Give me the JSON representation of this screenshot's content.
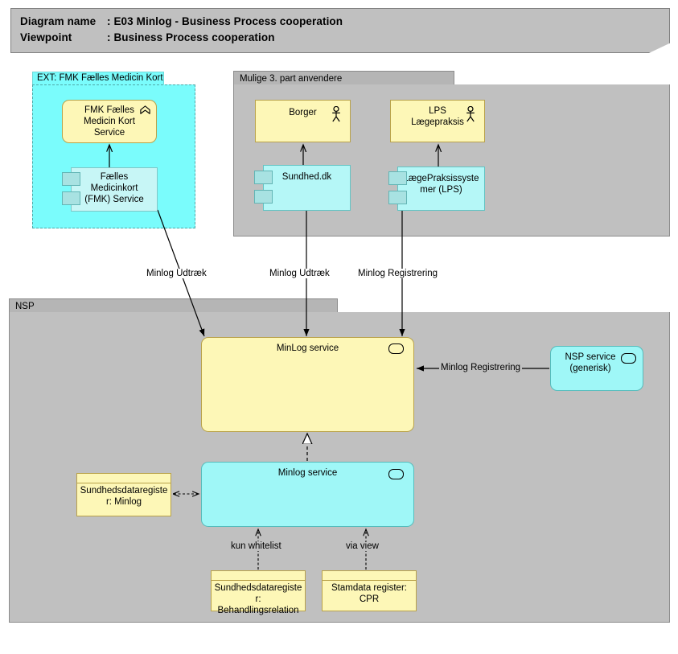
{
  "header": {
    "line1_key": "Diagram name",
    "line1_val": ": E03 Minlog - Business Process cooperation",
    "line2_key": "Viewpoint",
    "line2_val": ": Business Process cooperation"
  },
  "groups": {
    "ext": {
      "label": "EXT: FMK Fælles Medicin Kort"
    },
    "third_party": {
      "label": "Mulige 3. part anvendere"
    },
    "nsp": {
      "label": "NSP"
    }
  },
  "elements": {
    "fmk_service": {
      "label": "FMK Fælles\nMedicin Kort\nService"
    },
    "fmk_component": {
      "label": "Fælles\nMedicinkort\n(FMK) Service"
    },
    "borger": {
      "label": "Borger"
    },
    "lps_laegepraksis": {
      "label": "LPS\nLægepraksis"
    },
    "sundhed_dk": {
      "label": "Sundhed.dk"
    },
    "lps_systemer": {
      "label": "LægePraksissyste\nmer (LPS)"
    },
    "minlog_service_app": {
      "label": "MinLog service"
    },
    "nsp_service": {
      "label": "NSP service\n(generisk)"
    },
    "minlog_service_tech": {
      "label": "Minlog service"
    },
    "sundhedsdataregister_minlog": {
      "label": "Sundhedsdataregiste\nr: Minlog"
    },
    "sundhedsdataregister_behandlingsrelation": {
      "label": "Sundhedsdataregiste\nr:\nBehandlingsrelation"
    },
    "stamdata_register_cpr": {
      "label": "Stamdata register:\nCPR"
    }
  },
  "edges": {
    "minlog_udtraek_fmk": "Minlog Udtræk",
    "minlog_udtraek_sundhed": "Minlog Udtræk",
    "minlog_registrering_lps": "Minlog Registrering",
    "minlog_registrering_nsp": "Minlog Registrering",
    "kun_whitelist": "kun whitelist",
    "via_view": "via view"
  },
  "colors": {
    "yellow": "#fdf7b7",
    "yellow_border": "#b9a24a",
    "cyan": "#b5f7f7",
    "cyan_bright": "#7afcfc",
    "group_gray": "#c0c0c0",
    "group_tab_gray": "#b5b5b5",
    "line": "#000000"
  }
}
